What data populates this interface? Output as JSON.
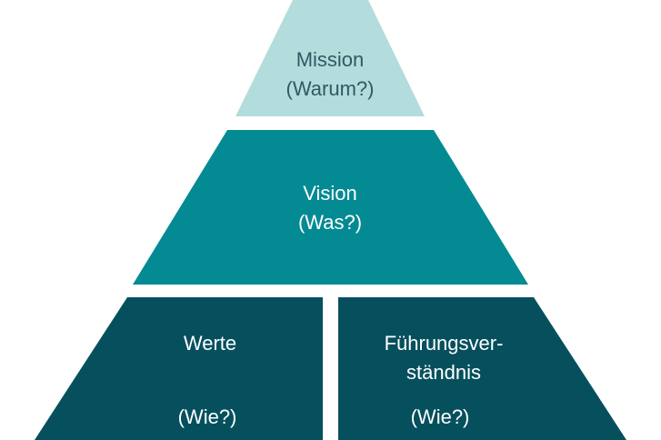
{
  "colors": {
    "mission_fill": "#b3dcdc",
    "vision_fill": "#048a92",
    "base_fill": "#06505e",
    "mission_text": "#2e5a63",
    "light_text": "#ffffff"
  },
  "pyramid": {
    "mission": {
      "title": "Mission",
      "question": "(Warum?)"
    },
    "vision": {
      "title": "Vision",
      "question": "(Was?)"
    },
    "werte": {
      "title": "Werte",
      "question": "(Wie?)"
    },
    "fuehrung": {
      "title_line1": "Führungsver-",
      "title_line2": "ständnis",
      "question": "(Wie?)"
    }
  }
}
